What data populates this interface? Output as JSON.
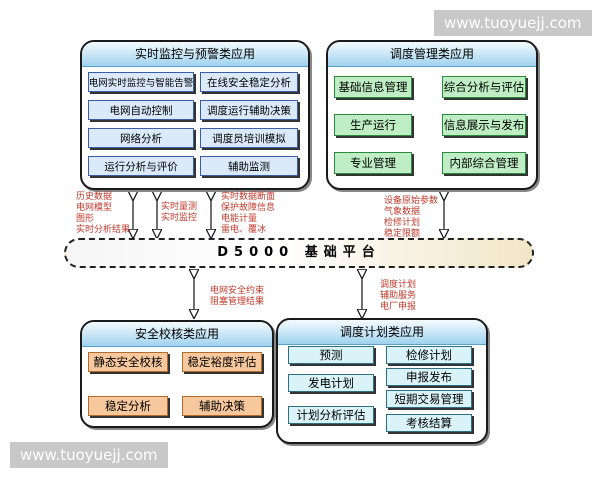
{
  "watermarks": [
    "www.tuoyuejj.com",
    "www.tuoyuejj.com"
  ],
  "realtime": {
    "title": "实时监控与预警类应用",
    "items": [
      "电网实时监控与智能告警",
      "在线安全稳定分析",
      "电网自动控制",
      "调度运行辅助决策",
      "网络分析",
      "调度员培训模拟",
      "运行分析与评价",
      "辅助监测"
    ]
  },
  "dispatch": {
    "title": "调度管理类应用",
    "items": [
      "基础信息管理",
      "综合分析与评估",
      "生产运行",
      "信息展示与发布",
      "专业管理",
      "内部综合管理"
    ]
  },
  "platform": {
    "label": "D5000 基础平台"
  },
  "security": {
    "title": "安全校核类应用",
    "items": [
      "静态安全校核",
      "稳定裕度评估",
      "稳定分析",
      "辅助决策"
    ]
  },
  "plan": {
    "title": "调度计划类应用",
    "items": [
      "预测",
      "检修计划",
      "发电计划",
      "申报发布",
      "计划分析评估",
      "短期交易管理",
      "考核结算"
    ]
  },
  "flows": {
    "left_a": "历史数据\n电网模型\n图形\n实时分析结果",
    "left_b": "实时量测\n实时监控",
    "left_c": "实时数据断面\n保护故障信息\n电能计量\n雷电、覆冰",
    "right": "设备原始参数\n气象数据\n检修计划\n稳定限额",
    "bottom_left": "电网安全约束\n阻塞管理结果",
    "bottom_right": "调度计划\n辅助服务\n电厂申报"
  },
  "colors": {
    "panel_header": "#9fd2ee",
    "arrow_text": "#c0392b"
  }
}
